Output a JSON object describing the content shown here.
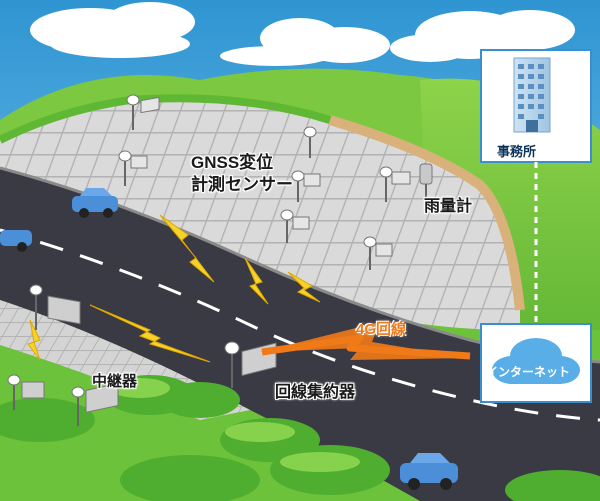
{
  "labels": {
    "gnss_line1": "GNSS変位",
    "gnss_line2": "計測センサー",
    "rain_gauge": "雨量計",
    "relay": "中継器",
    "aggregator": "回線集約器",
    "link_4g": "4G回線",
    "office": "事務所",
    "internet": "インターネット"
  },
  "icons": {
    "office": "office-building-icon",
    "internet": "internet-cloud-icon",
    "sensor": "gnss-sensor-icon",
    "rain": "rain-gauge-icon",
    "relay": "relay-icon",
    "aggregator": "aggregator-icon",
    "wireless": "lightning-bolt-icon",
    "car": "car-icon"
  },
  "colors": {
    "sky": "#3fa3d8",
    "grass": "#6cc23a",
    "slope_grid": "#d9d9d9",
    "road": "#3a3a44",
    "lightning": "#f6d32a",
    "link_4g": "#f07a18",
    "frame_blue": "#3a8fd0",
    "car": "#4a8fd8"
  }
}
